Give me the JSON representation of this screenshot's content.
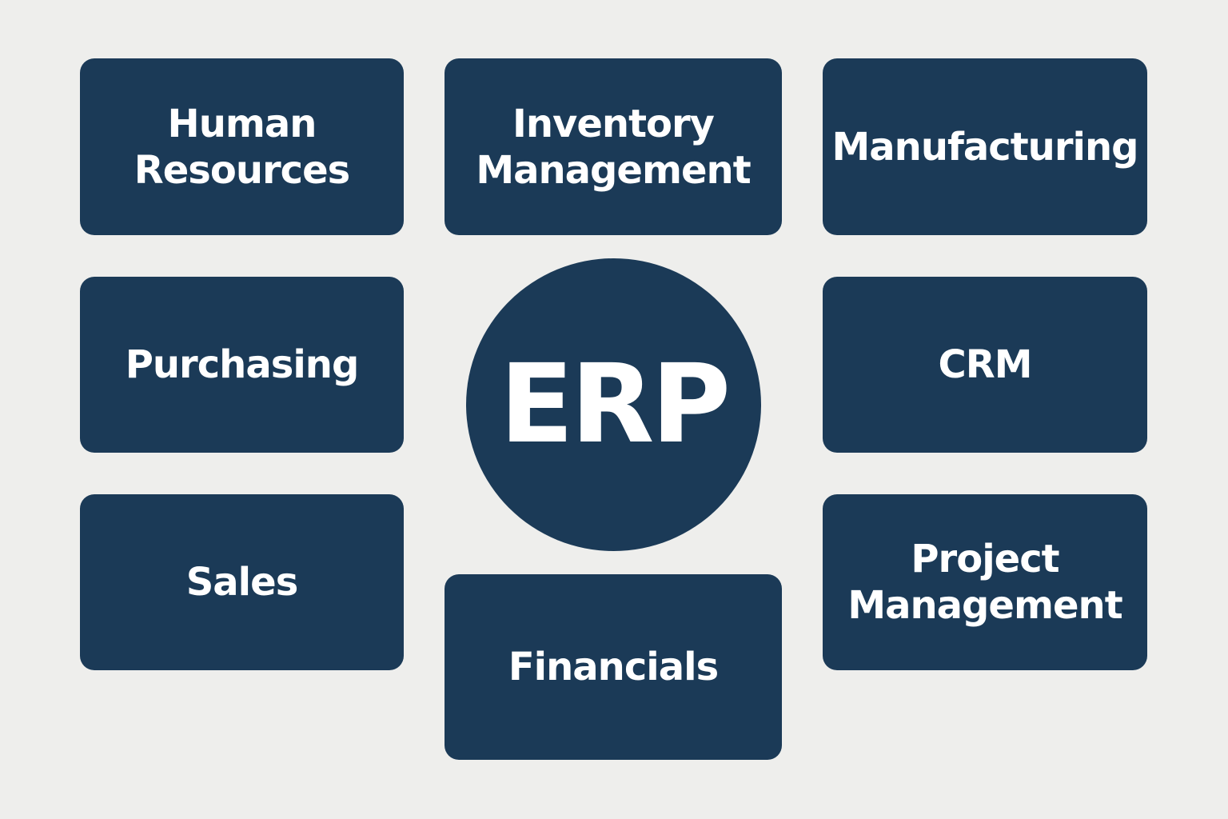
{
  "center": {
    "label": "ERP"
  },
  "modules": [
    {
      "label": "Human\nResources"
    },
    {
      "label": "Inventory\nManagement"
    },
    {
      "label": "Manufacturing"
    },
    {
      "label": "Purchasing"
    },
    {
      "label": "CRM"
    },
    {
      "label": "Sales"
    },
    {
      "label": "Project\nManagement"
    },
    {
      "label": "Financials"
    }
  ],
  "colors": {
    "box": "#1b3a57",
    "background": "#eeeeec",
    "text": "#ffffff"
  }
}
